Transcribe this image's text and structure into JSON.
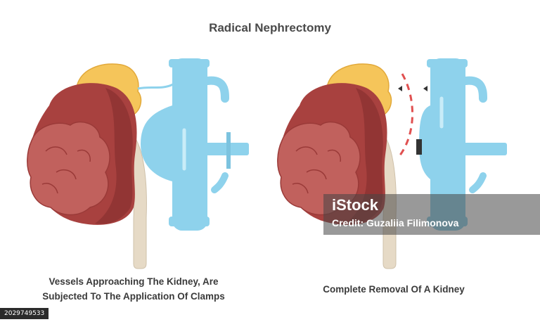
{
  "title": "Radical Nephrectomy",
  "captions": {
    "left": "Vessels Approaching The Kidney, Are\nSubjected To The Application Of Clamps",
    "right": "Complete Removal Of A Kidney"
  },
  "watermark": {
    "logo": "iStock",
    "credit": "Credit: Guzaliia Filimonova"
  },
  "image_id": "2029749533",
  "colors": {
    "kidney": "#a8413f",
    "kidney_dark": "#7f2b2c",
    "tumor": "#c1615d",
    "adrenal": "#f5c55a",
    "vessel": "#8ed2ec",
    "vessel_dark": "#5aaed0",
    "ureter": "#e6dac6",
    "incision": "#e05050"
  }
}
